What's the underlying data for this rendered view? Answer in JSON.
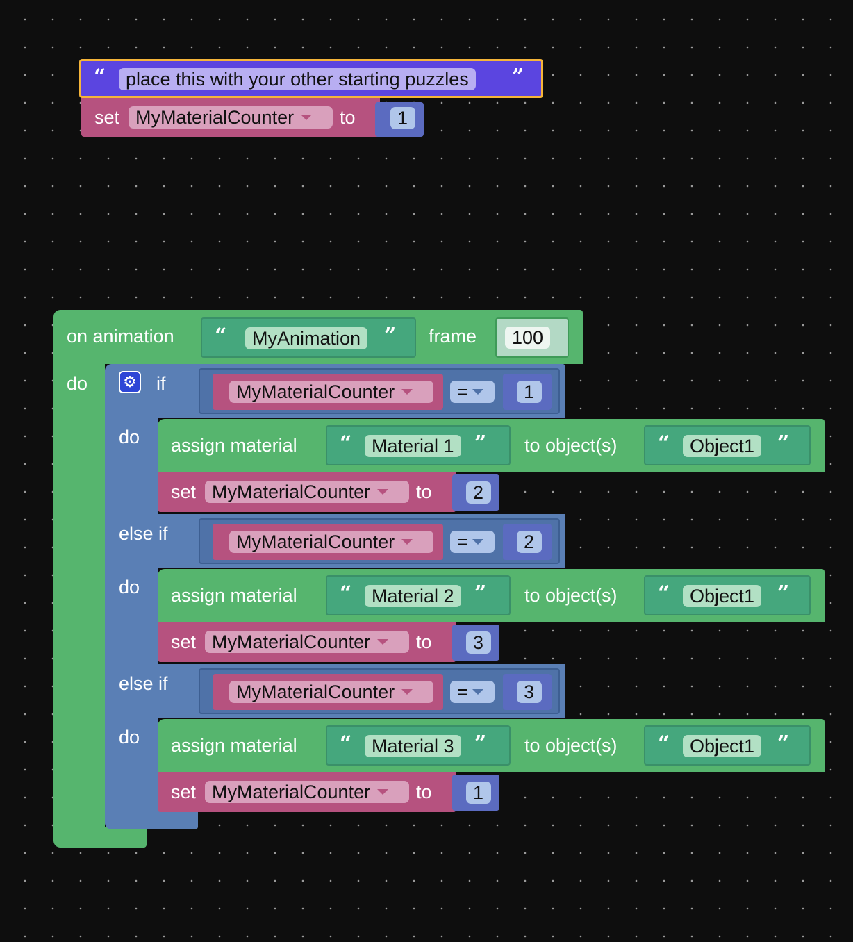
{
  "comment_block": {
    "text": "place this with your other starting puzzles",
    "quote_open": "“",
    "quote_close": "”"
  },
  "init_block": {
    "set_label": "set",
    "variable": "MyMaterialCounter",
    "to_label": "to",
    "value": "1"
  },
  "event_block": {
    "on_label": "on animation",
    "animation_name": "MyAnimation",
    "frame_label": "frame",
    "frame_value": "100",
    "do_label": "do"
  },
  "if_block": {
    "if_label": "if",
    "else_if_label": "else if",
    "do_label": "do",
    "operator": "=",
    "branches": [
      {
        "variable": "MyMaterialCounter",
        "compare": "1",
        "assign_label": "assign material",
        "material": "Material 1",
        "to_objects_label": "to object(s)",
        "object": "Object1",
        "set_label": "set",
        "set_variable": "MyMaterialCounter",
        "set_to_label": "to",
        "set_value": "2"
      },
      {
        "variable": "MyMaterialCounter",
        "compare": "2",
        "assign_label": "assign material",
        "material": "Material 2",
        "to_objects_label": "to object(s)",
        "object": "Object1",
        "set_label": "set",
        "set_variable": "MyMaterialCounter",
        "set_to_label": "to",
        "set_value": "3"
      },
      {
        "variable": "MyMaterialCounter",
        "compare": "3",
        "assign_label": "assign material",
        "material": "Material 3",
        "to_objects_label": "to object(s)",
        "object": "Object1",
        "set_label": "set",
        "set_variable": "MyMaterialCounter",
        "set_to_label": "to",
        "set_value": "1"
      }
    ]
  },
  "colors": {
    "event": "#56b56e",
    "logic": "#5a7fb5",
    "variable": "#b6527f",
    "number": "#5b6bc0",
    "text": "#45a77d",
    "comment": "#5b45e0",
    "selection": "#f5b53a"
  }
}
